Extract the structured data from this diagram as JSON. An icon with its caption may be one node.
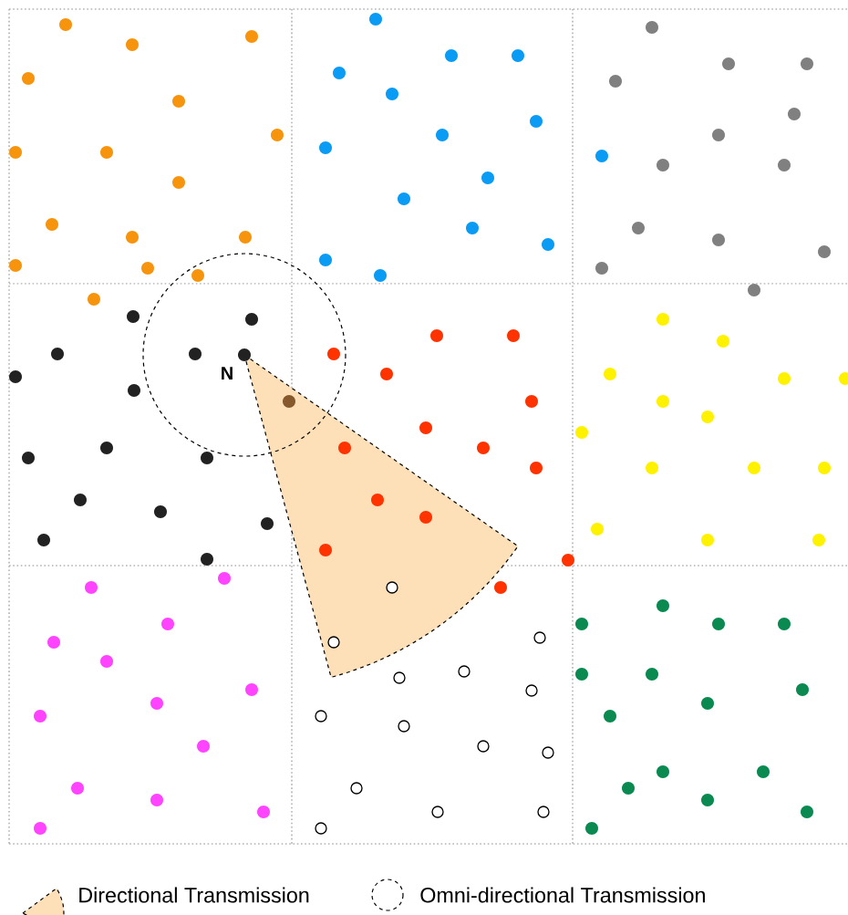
{
  "diagram": {
    "labels": [
      "N"
    ],
    "legend": [
      {
        "text": "Directional Transmission"
      },
      {
        "text": "Omni-directional Transmission"
      }
    ]
  }
}
